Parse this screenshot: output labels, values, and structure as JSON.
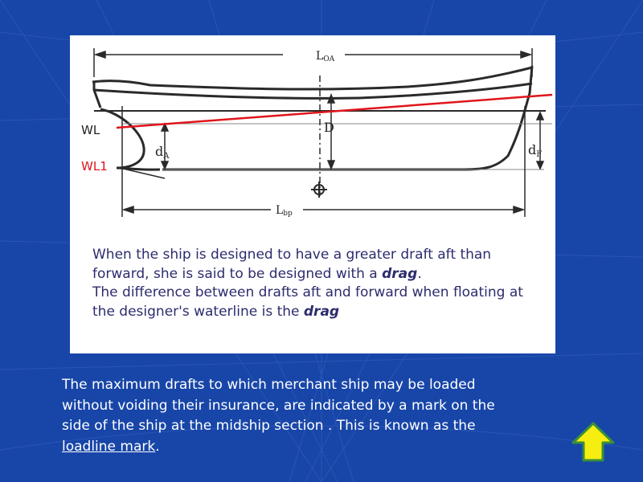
{
  "diagram": {
    "labels": {
      "loa_main": "L",
      "loa_sub": "OA",
      "lbp_main": "L",
      "lbp_sub": "bp",
      "depth": "D",
      "da_main": "d",
      "da_sub": "A",
      "df_main": "d",
      "df_sub": "F",
      "wl": "WL",
      "wl1": "WL1"
    },
    "colors": {
      "waterline": "#e0151b",
      "line": "#2a2a2a"
    }
  },
  "panel_text": {
    "p1_a": "When the ship is designed to have a greater draft aft than forward, she is said to be designed with a ",
    "p1_b": "drag",
    "p1_c": ".",
    "p2_a": "The difference between drafts aft and forward when floating at the designer's waterline is the ",
    "p2_b": "drag"
  },
  "bottom_text": {
    "a": "The maximum drafts to which merchant ship may be loaded without voiding their insurance, are indicated by a mark on the side of the ship at the midship section . This is known as the ",
    "link": "loadline mark",
    "b": "."
  },
  "nav": {
    "icon": "up-arrow-icon",
    "color": "#f5ee10"
  },
  "background": {
    "color": "#1846a8"
  }
}
